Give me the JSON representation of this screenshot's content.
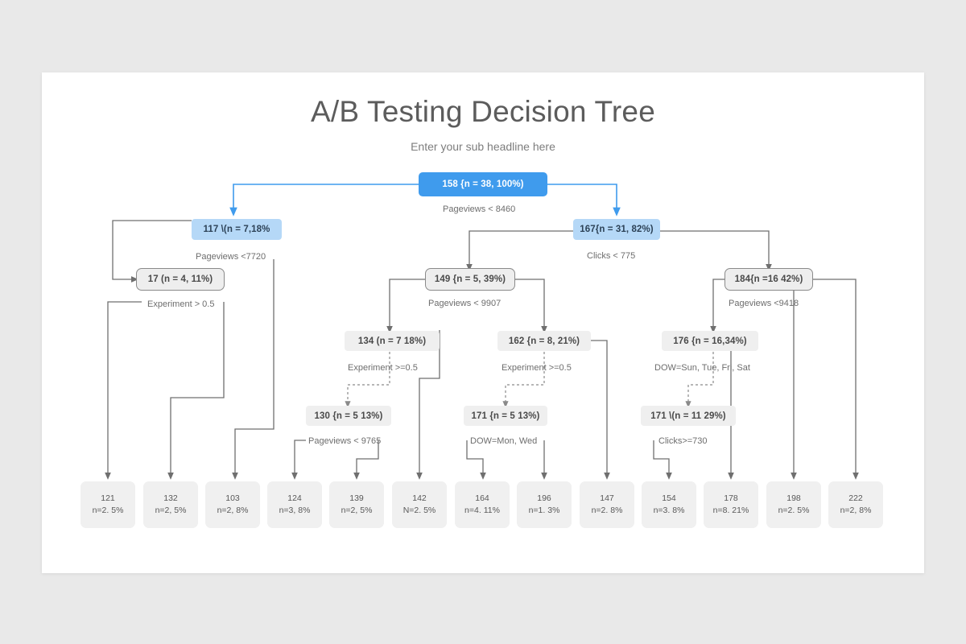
{
  "slide": {
    "title": "A/B Testing Decision Tree",
    "subtitle": "Enter your sub headline here"
  },
  "colors": {
    "page_background": "#e9e9e9",
    "slide_background": "#ffffff",
    "root_node": "#3f9bed",
    "level2_node": "#b5d8f7",
    "gray_node": "#efefef",
    "leaf_node": "#f0f0f0",
    "connector_blue": "#3f9bed",
    "connector_gray": "#6f6f6f",
    "title_text": "#5c5c5c"
  },
  "chart_data": {
    "type": "diagram",
    "title": "A/B Testing Decision Tree",
    "subtitle": "Enter your sub headline here",
    "nodes": [
      {
        "id": "n158",
        "label": "158 {n = 38, 100%)",
        "style": "root",
        "level": 1
      },
      {
        "id": "n117",
        "label": "117 \\(n = 7,18%",
        "style": "level2",
        "level": 2
      },
      {
        "id": "n167",
        "label": "167{n = 31, 82%)",
        "style": "level2",
        "level": 2
      },
      {
        "id": "n17",
        "label": "17 (n = 4, 11%)",
        "style": "outlined",
        "level": 3
      },
      {
        "id": "n149",
        "label": "149 {n = 5, 39%)",
        "style": "outlined",
        "level": 3
      },
      {
        "id": "n184",
        "label": "184{n =16 42%)",
        "style": "outlined",
        "level": 3
      },
      {
        "id": "n134",
        "label": "134 (n = 7 18%)",
        "style": "plain",
        "level": 4
      },
      {
        "id": "n162",
        "label": "162 {n = 8, 21%)",
        "style": "plain",
        "level": 4
      },
      {
        "id": "n176",
        "label": "176 {n = 16,34%)",
        "style": "plain",
        "level": 4
      },
      {
        "id": "n130",
        "label": "130 {n = 5 13%)",
        "style": "plain",
        "level": 5
      },
      {
        "id": "n171a",
        "label": "171 {n = 5 13%)",
        "style": "plain",
        "level": 5
      },
      {
        "id": "n171b",
        "label": "171 \\(n = 11 29%)",
        "style": "plain",
        "level": 5
      }
    ],
    "edge_labels": [
      {
        "id": "e1",
        "text": "Pageviews < 8460",
        "from": "n158"
      },
      {
        "id": "e2",
        "text": "Pageviews <7720",
        "from": "n117"
      },
      {
        "id": "e3",
        "text": "Clicks < 775",
        "from": "n167"
      },
      {
        "id": "e4",
        "text": "Experiment > 0.5",
        "from": "n17"
      },
      {
        "id": "e5",
        "text": "Pageviews < 9907",
        "from": "n149"
      },
      {
        "id": "e6",
        "text": "Pageviews <9418",
        "from": "n184"
      },
      {
        "id": "e7",
        "text": "Experiment >=0.5",
        "from": "n134"
      },
      {
        "id": "e8",
        "text": "Experiment >=0.5",
        "from": "n162"
      },
      {
        "id": "e9",
        "text": "DOW=Sun, Tue, Fri, Sat",
        "from": "n176"
      },
      {
        "id": "e10",
        "text": "Pageviews < 9765",
        "from": "n130"
      },
      {
        "id": "e11",
        "text": "DOW=Mon, Wed",
        "from": "n171a"
      },
      {
        "id": "e12",
        "text": "Clicks>=730",
        "from": "n171b"
      }
    ],
    "leaves": [
      {
        "id": "l1",
        "value": "121",
        "detail": "n=2. 5%"
      },
      {
        "id": "l2",
        "value": "132",
        "detail": "n=2, 5%"
      },
      {
        "id": "l3",
        "value": "103",
        "detail": "n=2, 8%"
      },
      {
        "id": "l4",
        "value": "124",
        "detail": "n=3, 8%"
      },
      {
        "id": "l5",
        "value": "139",
        "detail": "n=2, 5%"
      },
      {
        "id": "l6",
        "value": "142",
        "detail": "N=2. 5%"
      },
      {
        "id": "l7",
        "value": "164",
        "detail": "n=4. 11%"
      },
      {
        "id": "l8",
        "value": "196",
        "detail": "n=1. 3%"
      },
      {
        "id": "l9",
        "value": "147",
        "detail": "n=2. 8%"
      },
      {
        "id": "l10",
        "value": "154",
        "detail": "n=3. 8%"
      },
      {
        "id": "l11",
        "value": "178",
        "detail": "n=8. 21%"
      },
      {
        "id": "l12",
        "value": "198",
        "detail": "n=2. 5%"
      },
      {
        "id": "l13",
        "value": "222",
        "detail": "n=2, 8%"
      }
    ]
  }
}
